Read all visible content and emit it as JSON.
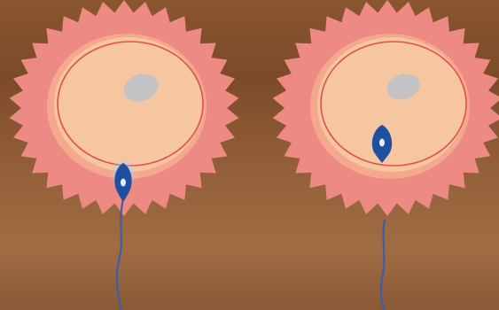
{
  "scene": {
    "description_free": true,
    "panels": [
      {
        "id": "left",
        "sperm_state": "at-membrane"
      },
      {
        "id": "right",
        "sperm_state": "inside-egg"
      }
    ],
    "colors": {
      "background_dark": "#7a4a28",
      "background_light": "#a36f45",
      "corona": "#ee8a84",
      "zona_ring": "#f4a98f",
      "cytoplasm": "#f6c6a0",
      "membrane_line": "#e0504a",
      "nucleus": "#c3c3c5",
      "sperm_head": "#1e4fa0",
      "sperm_head_light": "#4a8fd8",
      "sperm_tail": "#3a5ea8"
    }
  }
}
